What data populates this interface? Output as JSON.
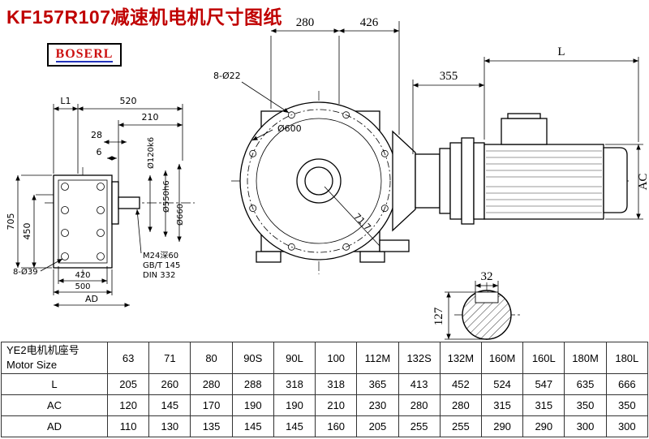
{
  "page": {
    "title": "KF157R107减速机电机尺寸图纸",
    "brand": "BOSERL"
  },
  "drawing": {
    "front_view": {
      "dim_280": "280",
      "dim_426": "426",
      "holes": "8-Ø22",
      "flange_diameter": "Ø600",
      "angle_dim": "71.7"
    },
    "motor_view": {
      "dim_355": "355",
      "dim_L": "L",
      "dim_AC": "AC"
    },
    "side_view": {
      "dim_L1": "L1",
      "dim_520": "520",
      "dim_210": "210",
      "dim_28": "28",
      "dim_6": "6",
      "shaft_diameter": "Ø120k6",
      "spigot_diameter": "Ø550h6",
      "flange_od": "Ø660",
      "dim_705": "705",
      "dim_450": "450",
      "dim_420": "420",
      "dim_500": "500",
      "holes": "8-Ø39",
      "dim_AD": "AD",
      "note_line1": "M24深60",
      "note_line2": "GB/T 145",
      "note_line3": "DIN 332"
    },
    "shaft_section": {
      "dim_32": "32",
      "dim_127": "127"
    }
  },
  "table": {
    "row_header_cn": "YE2电机机座号",
    "row_header_en": "Motor Size",
    "columns": [
      "63",
      "71",
      "80",
      "90S",
      "90L",
      "100",
      "112M",
      "132S",
      "132M",
      "160M",
      "160L",
      "180M",
      "180L"
    ],
    "rows": [
      {
        "label": "L",
        "values": [
          "205",
          "260",
          "280",
          "288",
          "318",
          "318",
          "365",
          "413",
          "452",
          "524",
          "547",
          "635",
          "666"
        ]
      },
      {
        "label": "AC",
        "values": [
          "120",
          "145",
          "170",
          "190",
          "190",
          "210",
          "230",
          "280",
          "280",
          "315",
          "315",
          "350",
          "350"
        ]
      },
      {
        "label": "AD",
        "values": [
          "110",
          "130",
          "135",
          "145",
          "145",
          "160",
          "205",
          "255",
          "255",
          "290",
          "290",
          "300",
          "300"
        ]
      }
    ]
  },
  "colors": {
    "title": "#c00000",
    "brand": "#cc1111",
    "line": "#000000"
  }
}
